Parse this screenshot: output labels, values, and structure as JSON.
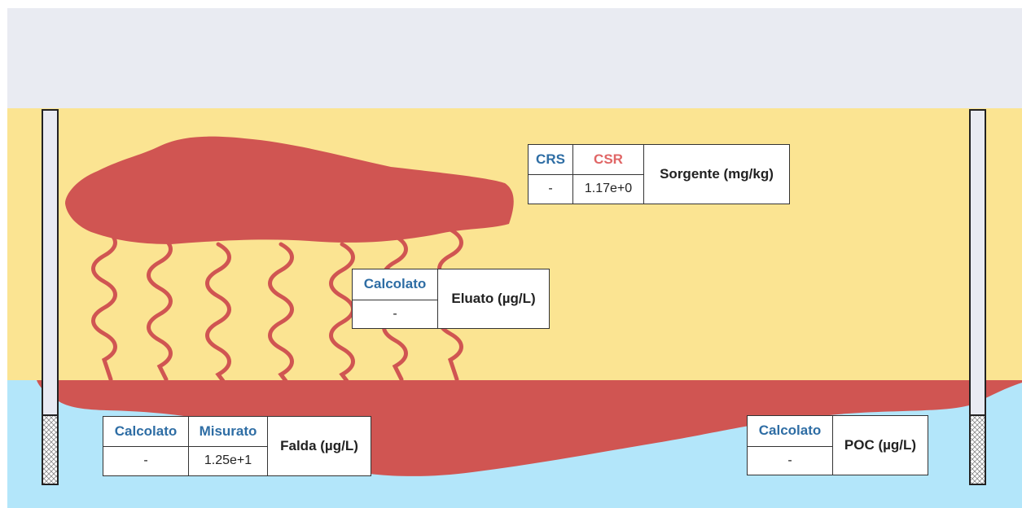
{
  "colors": {
    "sky": "#e9ebf2",
    "soil": "#fbe492",
    "groundwater": "#b3e6fa",
    "contamination": "#d05552",
    "well_casing": "#e9ebf2",
    "header_blue": "#2e6da4",
    "header_red": "#e06666"
  },
  "icons": {
    "well_left": "monitoring-well-icon",
    "well_right": "monitoring-well-icon"
  },
  "source_card": {
    "crs_label": "CRS",
    "csr_label": "CSR",
    "crs_value": "-",
    "csr_value": "1.17e+0",
    "title": "Sorgente (mg/kg)"
  },
  "eluate_card": {
    "calc_label": "Calcolato",
    "calc_value": "-",
    "title": "Eluato (µg/L)"
  },
  "groundwater_card": {
    "calc_label": "Calcolato",
    "meas_label": "Misurato",
    "calc_value": "-",
    "meas_value": "1.25e+1",
    "title": "Falda (µg/L)"
  },
  "poc_card": {
    "calc_label": "Calcolato",
    "calc_value": "-",
    "title": "POC (µg/L)"
  }
}
